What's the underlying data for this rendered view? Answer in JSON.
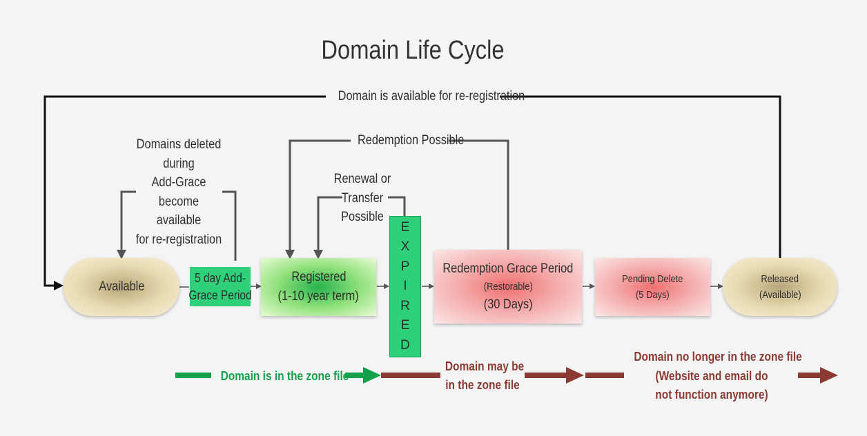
{
  "title": "Domain Life Cycle",
  "loop_labels": {
    "reregistration": "Domain is available for re-registration",
    "redemption": "Redemption Possible",
    "renewal": [
      "Renewal or",
      "Transfer",
      "Possible"
    ],
    "add_grace_deleted": [
      "Domains deleted",
      "during",
      "Add-Grace",
      "become",
      "available",
      "for re-registration"
    ]
  },
  "stages": {
    "available": "Available",
    "add_grace": [
      "5 day Add-",
      "Grace Period"
    ],
    "registered": [
      "Registered",
      "(1-10 year term)"
    ],
    "expired": [
      "E",
      "X",
      "P",
      "I",
      "R",
      "E",
      "D"
    ],
    "redemption": {
      "title": "Redemption Grace Period",
      "sub": "(Restorable)",
      "days": "(30 Days)"
    },
    "pending_delete": [
      "Pending Delete",
      "(5 Days)"
    ],
    "released": [
      "Released",
      "(Available)"
    ]
  },
  "zones": {
    "in_zone": "Domain is in the zone file",
    "maybe_zone": [
      "Domain may be",
      "in the zone file"
    ],
    "no_zone": [
      "Domain no longer in the zone file",
      "(Website and email do",
      "not function anymore)"
    ]
  },
  "colors": {
    "green_arrow": "#13a14c",
    "red_arrow": "#8b3a34",
    "connector": "#555555"
  }
}
